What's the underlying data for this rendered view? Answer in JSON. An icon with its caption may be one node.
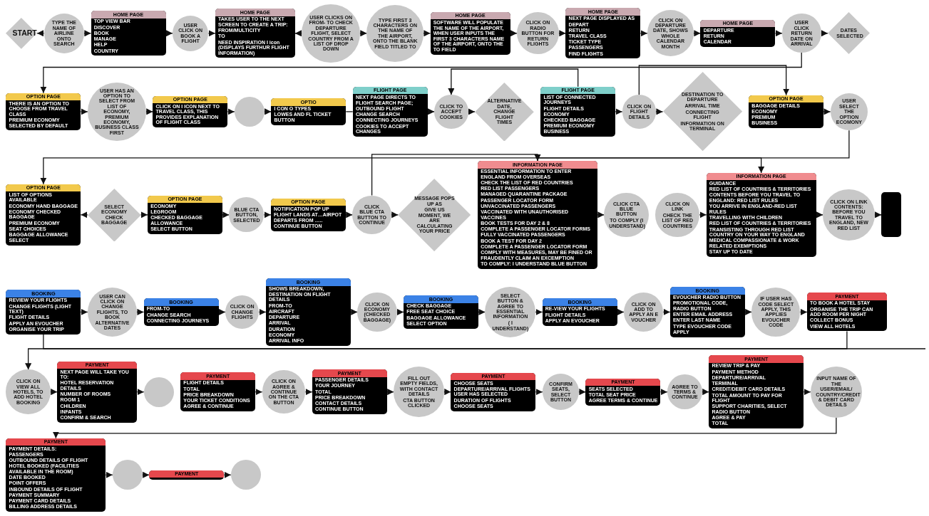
{
  "diagram": {
    "nodes": [
      {
        "text": [
          "START"
        ]
      },
      {
        "text": [
          "TYPE THE NAME OF AIRLINE ONTO SEARCH"
        ]
      },
      {
        "text": [
          "HOME PAGE",
          "TOP VIEW BAR",
          "DISCOVER",
          "BOOK",
          "MANAGE",
          "HELP",
          "COUNTRY"
        ]
      },
      {
        "text": [
          "USER CLICK ON BOOK A FLIGHT"
        ]
      },
      {
        "text": [
          "HOME PAGE",
          "TAKES USER TO THE NEXT SCREEN TO CREATE A TRIP:",
          "FROM/MULTICITY",
          "TO",
          "NEED INSPIRATION I icon (DISPLAYS FURTHUR FLIGHT INFORMATION)"
        ]
      },
      {
        "text": [
          "USER CLICKS ON FROM- TO CHECK DEPARTURE FLIGHT, SELECT COUNTRY FROM A LIST OF DROP DOWN"
        ]
      },
      {
        "text": [
          "TYPE FIRST 3 CHARACTERS ON THE NAME OF THE AIRPORT, ONTO THE BLANK FIELD TITLED TO"
        ]
      },
      {
        "text": [
          "HOME PAGE",
          "SOFTWARE WILL POPULATE THE NAME OF THE AIRPORT, WHEN USER INPUTS THE FIRST 3 CHARACTERS NAME OF THE AIRPORT, ONTO THE TO FIELD"
        ]
      },
      {
        "text": [
          "CLICK ON RADIO BUTTON FOR RETURN FLIGHTS"
        ]
      },
      {
        "text": [
          "HOME PAGE",
          "NEXT PAGE DISPLAYED AS",
          "DEPART",
          "RETURN",
          "TRAVEL CLASS",
          "TICKET TYPE",
          "PASSENGERS",
          "FIND FLIGHTS"
        ]
      },
      {
        "text": [
          "CLICK ON DEPARTURE DATE, SHOWS WHOLE CALENDAR MONTH"
        ]
      },
      {
        "text": [
          "HOME PAGE",
          "DEPARTURE",
          "RETURN",
          "CALENDAR"
        ]
      },
      {
        "text": [
          "USER CLICK RETURN DATE ON ARRIVAL"
        ]
      },
      {
        "text": [
          "DATES SELECTED"
        ]
      },
      {
        "text": [
          "OPTION PAGE",
          "THERE IS AN OPTION TO CHOOSE FROM TRAVEL CLASS",
          "PREMIUM ECONOMY SELECTED BY DEFAULT"
        ]
      },
      {
        "text": [
          "USER HAS AN OPTION TO SELECT FROM LIST OF ECONOMY, PREMIUM ECONOMY, BUSINESS CLASS FIRST"
        ]
      },
      {
        "text": [
          "OPTION PAGE",
          "CLICK ON I ICON NEXT TO TRAVEL CLASS, THIS PROVIDES EXPLANATION OF FLIGHT CLASS"
        ]
      },
      {
        "text": [],
        "shape": "circle"
      },
      {
        "text": [
          "OPTIO",
          "I CON O TYPES",
          "LOWES AND FL TICKET BUTTON"
        ]
      },
      {
        "text": [
          "FLIGHT PAGE",
          "NEXT PAGE DIRECTS TO FLIGHT SEARCH PAGE;",
          "OUTBOUND FLIGHT",
          "CHANGE SEARCH",
          "CONNECTING JOURNEYS",
          "COOKIES TO ACCEPT CHANGES"
        ]
      },
      {
        "text": [
          "CLICK TO ACCEPT COOKIES"
        ]
      },
      {
        "text": [
          "ALTERNATIVE DATE, CHANGE FLIGHT TIMES"
        ]
      },
      {
        "text": [
          "FLIGHT PAGE",
          "LIST OF CONNECTED JOURNEYS",
          "FLIGHT DETAILS",
          "ECONOMY",
          "CHECKED BAGGAGE",
          "PREMIUM ECONOMY",
          "BUSINESS"
        ]
      },
      {
        "text": [
          "CLICK ON FLIGHT DETAILS"
        ]
      },
      {
        "text": [
          "DESTINATION TO DEPARTURE",
          "ARRIVAL TIME",
          "CONNECTING FLIGHT",
          "INFORMATION ON TERMINAL"
        ]
      },
      {
        "text": [
          "OPTION PAGE",
          "BAGGAGE DETAILS",
          "ECONOMY",
          "PREMIUM",
          "BUSINESS"
        ]
      },
      {
        "text": [
          "USER SELECT THE OPTION ECOMONY"
        ]
      },
      {
        "text": [
          "OPTION PAGE",
          "LIST OF OPTIONS AVAILABLE",
          "ECONOMY HAND BAGGAGE",
          "ECONOMY CHECKED BAGGAGE",
          "PREMIUM ECONOMY",
          "SEAT CHOICES",
          "BAGGAGE ALLOWANCE",
          "SELECT"
        ]
      },
      {
        "text": [
          "SELECT ECONOMY CHECK BAGGAGE"
        ]
      },
      {
        "text": [
          "OPTION PAGE",
          "ECONOMY",
          "LEGROOM",
          "CHECKED BAGGAGE ALLOWANCE",
          "SELECT BUTTON"
        ]
      },
      {
        "text": [
          "BLUE CTA BUTTON, SELECTED"
        ]
      },
      {
        "text": [
          "OPTION PAGE",
          "NOTIFICATION POP UP",
          "FLIGHT LANDS AT…AIRPOT",
          "DEPARTS FROM …..",
          "CONTINUE BUTTON"
        ]
      },
      {
        "text": [
          "CLICK BLUE CTA BUTTON TO CONTINUE"
        ]
      },
      {
        "text": [
          "MESSAGE POPS UP AS",
          "GIVE US MOMENT, WE ARE CALCULATING YOUR PRICE"
        ]
      },
      {
        "text": [
          "INFORMATION PAGE",
          "ESSENTIAL INFORMATION TO ENTER ENGLAND FROM OVERSEAS",
          "CHECK THE LIST OF RED COUNTRIES",
          "RED LIST PASSENGERS",
          "MANAGED QUARANTINE PACKAGE",
          "PASSENGER LOCATOR FORM",
          "UNVACCINATED PASSENGERS",
          "VACCINATED WITH UNAUTHORISED VACCINES",
          "BOOK TESTS FOR DAY 2 & 8",
          "COMPLETE A PASSENGER LOCATOR FORMS",
          "FULLY VACCINATED PASSENGERS",
          "BOOK A TEST FOR DAY 2",
          "COMPLETE A PASSENGER LOCATOR FORM",
          "COMPLY WITH MEASURES, MAY BE FINED OR FRAUDENTLY CLAIM AN EXCEMPTION",
          "TO COMPLY: I UNDERSTAND BLUE BUTTON"
        ]
      },
      {
        "text": [
          "CLICK CTA BLUE BUTTON",
          "TO COMPLY (I UNDERSTAND)"
        ]
      },
      {
        "text": [
          "CLICK ON LINK",
          "CHECK THE LIST OF RED COUNTRIES"
        ]
      },
      {
        "text": [
          "INFORMATION PAGE",
          "GUIDANCE",
          "RED LIST OF COUNTRIES & TERRITORIES",
          "CONTENTS BEFORE YOU TRAVEL TO ENGLAND: RED LIST RULES",
          "YOU ARRIVE IN ENGLAND-RED LIST RULES",
          "TRAVELLING WITH CHILDREN",
          "RED LIST OF COUNTRIES & TERRITORIES",
          "TRANSISTING THROUGH RED LIST COUNTRY ON YOUR WAY TO ENGLAND",
          "MEDICAL COMPASSIONATE & WORK RELATED EXEMPTIONS",
          "STAY UP TO DATE"
        ]
      },
      {
        "text": [
          "CLICK ON LINK CONTENTS: BEFORE YOU TRAVEL TO ENGLAND, NEW RED LIST"
        ]
      },
      {
        "text": [],
        "shape": "box"
      },
      {
        "text": [
          "BOOKING",
          "REVIEW YOUR FLIGHTS",
          "CHANGE FLIGHTS (LIGHT TEXT)",
          "FLIGHT DETAILS",
          "APPLY AN EVOUCHER",
          "ORGANISE YOUR TRIP"
        ]
      },
      {
        "text": [
          "USER CAN CLICK ON CHANGE FLIGHTS, TO BOOK ALTERNATIVE DATES"
        ]
      },
      {
        "text": [
          "BOOKING",
          "FROM-TO",
          "CHANGE SEARCH",
          "CONNECTING JOURNEYS"
        ]
      },
      {
        "text": [
          "CLICK ON CHANGE FLIGHTS"
        ]
      },
      {
        "text": [
          "BOOKING",
          "SHOWS BREAKDOWN, DESTINATION ON FLIGHT DETAILS",
          "FROM-TO",
          "AIRCRAFT",
          "DEPARTURE",
          "ARRIVAL",
          "DURATION",
          "ECONOMY",
          "ARRIVAL INFO"
        ]
      },
      {
        "text": [
          "CLICK ON ECONOMY (CHECKED BAGGAGE)"
        ]
      },
      {
        "text": [
          "BOOKING",
          "CHECK BAGGAGE",
          "FREE SEAT CHOICE",
          "BAGGAGE ALLOWANCE",
          "SELECT OPTION"
        ]
      },
      {
        "text": [
          "SELECT BUTTON & AGREE TO ESSENTIAL INFORMATION",
          "( I UNDERSTAND)"
        ]
      },
      {
        "text": [
          "BOOKING",
          "RE-VIEW YOUR FLIGHTS",
          "FLIGHT DETAILS",
          "APPLY AN EVOUCHER"
        ]
      },
      {
        "text": [
          "CLICK ON ADD TO APPLY AN E VOUCHER"
        ]
      },
      {
        "text": [
          "BOOKING",
          "EVOUCHER RADIO BUTTON",
          "PROMOTIONAL CODE, RADIO BUTTON",
          "ENTER EMAIL ADDRESS",
          "ENTER LAST NAME",
          "TYPE EVOUCHER CODE",
          "APPLY"
        ]
      },
      {
        "text": [
          "IF USER HAS CODE SELECT APPLY, THIS APPLIES EVOUCHER CODE"
        ]
      },
      {
        "text": [
          "PAYMENT",
          "TO BOOK A HOTEL STAY",
          "ORGANISE THE TRIP CAN ADD ROOM PER NIGHT",
          "COLLECT BONUS",
          "VIEW ALL HOTELS"
        ]
      },
      {
        "text": [
          "CLICK ON VIEW ALL HOTELS, TO ADD HOTEL BOOKING"
        ]
      },
      {
        "text": [
          "PAYMENT",
          "NEXT PAGE WILL TAKE YOU TO:",
          "HOTEL RESERVATION DETAILS",
          "NUMBER OF ROOMS",
          "ROOM 1",
          "CHILDREN",
          "INFANTS",
          "CONFIRM & SEARCH"
        ]
      },
      {
        "text": [],
        "shape": "circle"
      },
      {
        "text": [
          "PAYMENT",
          "FLIGHT DETAILS",
          "TOTAL",
          "PRICE BREAKDOWN",
          "YOUR TICKET CONDITIONS",
          "AGREE & CONTINUE"
        ]
      },
      {
        "text": [
          "CLICK ON AGREE & CONTINUE ON THE CTA BUTTON"
        ]
      },
      {
        "text": [
          "PAYMENT",
          "PASSENGER DETAILS",
          "YOUR JOURNEY",
          "TOTAL",
          "PRICE BREAKDOWN",
          "CONTACT DETAILS",
          "CONTINUE BUTTON"
        ]
      },
      {
        "text": [
          "FILL OUT EMPTY FIELDS, WITH CONTACT DETAILS",
          "CTA BUTTON CLICKED"
        ]
      },
      {
        "text": [
          "PAYMENT",
          "CHOOSE SEATS",
          "DEPARTURE/ARRIVAL FLIGHTS USER HAS SELECTED",
          "DURATION OF FLIGHTS",
          "CHOOSE SEATS"
        ]
      },
      {
        "text": [
          "CONFIRM SEATS, SELECT BUTTON"
        ]
      },
      {
        "text": [
          "PAYMENT",
          "SEATS SELECTED",
          "TOTAL SEAT PRICE",
          "AGREE TERMS & CONTINUE"
        ]
      },
      {
        "text": [
          "AGREE TO TERMS & CONTINUE"
        ]
      },
      {
        "text": [
          "PAYMENT",
          "REVIEW TRIP & PAY",
          "PAYMENT METHOD",
          "DEPARTURE/ARRIVAL",
          "TERMINAL",
          "CREDIT/DEBIT CARD DETAILS",
          "TOTAL AMOUNT TO PAY FOR FLIGHT",
          "SUPPORT CHARITIES, SELECT RADIO BUTTON",
          "AGREE & PAY",
          "TOTAL"
        ]
      },
      {
        "text": [
          "INPUT NAME OF THE USER/EMAIL/ COUNTRY/CREDIT & DEBIT CARD DETAILS"
        ]
      },
      {
        "text": [
          "PAYMENT",
          "PAYMENT DETAILS:",
          "PASSENGERS",
          "OUTBOUND DETAILS OF FLIGHT",
          "HOTEL BOOKED (FACILITIES AVAILABLE IN THE ROOM)",
          "DATE BOOKED",
          "POINT OFFERS",
          "INBOUND DETAILS OF FLIGHT",
          "PAYMENT SUMMARY",
          "PAYMENT CARD DETAILS",
          "BILLING ADDRESS DETAILS"
        ]
      },
      {
        "text": [],
        "shape": "circle"
      },
      {
        "text": [
          "PAYMENT"
        ]
      },
      {
        "text": [],
        "shape": "circle"
      }
    ],
    "edges": [
      {
        "from": 1,
        "to": 0,
        "arrow": "to"
      },
      {
        "from": 1,
        "to": 2,
        "arrow": "to"
      },
      {
        "from": 2,
        "to": 3,
        "arrow": "to"
      },
      {
        "from": 3,
        "to": 4,
        "arrow": "to"
      },
      {
        "from": 5,
        "to": 4,
        "arrow": "to"
      },
      {
        "from": 5,
        "to": 6,
        "arrow": "to"
      },
      {
        "from": 6,
        "to": 7,
        "arrow": "to"
      },
      {
        "from": 7,
        "to": 8,
        "arrow": "to"
      },
      {
        "from": 8,
        "to": 9,
        "arrow": "to"
      },
      {
        "from": 9,
        "to": 10,
        "arrow": "to"
      },
      {
        "from": 10,
        "to": 11,
        "arrow": "to"
      },
      {
        "from": 11,
        "to": 12,
        "arrow": "to"
      },
      {
        "from": 12,
        "to": 13,
        "arrow": "to"
      },
      {
        "from": 12,
        "to": 14,
        "arrow": "to"
      },
      {
        "from": 14,
        "to": 15,
        "arrow": "to"
      },
      {
        "from": 15,
        "to": 16,
        "arrow": "to"
      },
      {
        "from": 16,
        "to": 17,
        "arrow": "to"
      },
      {
        "from": 17,
        "to": 18,
        "arrow": "to"
      },
      {
        "from": 18,
        "to": 19,
        "arrow": "none"
      },
      {
        "from": 19,
        "to": 20,
        "arrow": "to"
      },
      {
        "from": 22,
        "to": 20,
        "arrow": "to"
      },
      {
        "from": 20,
        "to": 21,
        "arrow": "to"
      },
      {
        "from": 22,
        "to": 23,
        "arrow": "to"
      },
      {
        "from": 23,
        "to": 24,
        "arrow": "to"
      },
      {
        "from": 23,
        "to": 25,
        "arrow": "to"
      },
      {
        "from": 25,
        "to": 26,
        "arrow": "to"
      },
      {
        "from": 26,
        "to": 27,
        "arrow": "to"
      },
      {
        "from": 28,
        "to": 27,
        "arrow": "to"
      },
      {
        "from": 28,
        "to": 29,
        "arrow": "to"
      },
      {
        "from": 29,
        "to": 30,
        "arrow": "to"
      },
      {
        "from": 30,
        "to": 31,
        "arrow": "to"
      },
      {
        "from": 31,
        "to": 32,
        "arrow": "to"
      },
      {
        "from": 32,
        "to": 33,
        "arrow": "to"
      },
      {
        "from": 32,
        "to": 34,
        "arrow": "to"
      },
      {
        "from": 34,
        "to": 35,
        "arrow": "to"
      },
      {
        "from": 34,
        "to": 37,
        "arrow": "to"
      },
      {
        "from": 36,
        "to": 37,
        "arrow": "to"
      },
      {
        "from": 37,
        "to": 38,
        "arrow": "to"
      },
      {
        "from": 38,
        "to": 39,
        "arrow": "to"
      },
      {
        "from": 40,
        "to": 41,
        "arrow": "to"
      },
      {
        "from": 41,
        "to": 42,
        "arrow": "to"
      },
      {
        "from": 42,
        "to": 43,
        "arrow": "to"
      },
      {
        "from": 43,
        "to": 44,
        "arrow": "to"
      },
      {
        "from": 44,
        "to": 45,
        "arrow": "to"
      },
      {
        "from": 45,
        "to": 46,
        "arrow": "to"
      },
      {
        "from": 46,
        "to": 47,
        "arrow": "to"
      },
      {
        "from": 47,
        "to": 48,
        "arrow": "to"
      },
      {
        "from": 48,
        "to": 49,
        "arrow": "to"
      },
      {
        "from": 49,
        "to": 50,
        "arrow": "to"
      },
      {
        "from": 50,
        "to": 51,
        "arrow": "to"
      },
      {
        "from": 51,
        "to": 52,
        "arrow": "to"
      },
      {
        "from": 52,
        "to": 53,
        "arrow": "to"
      },
      {
        "from": 53,
        "to": 54,
        "arrow": "to"
      },
      {
        "from": 54,
        "to": 55,
        "arrow": "to"
      },
      {
        "from": 40,
        "to": null,
        "arrow": "none"
      },
      {
        "from": 56,
        "to": 57,
        "arrow": "to"
      },
      {
        "from": 57,
        "to": 58,
        "arrow": "to"
      },
      {
        "from": 58,
        "to": 59,
        "arrow": "to"
      },
      {
        "from": 59,
        "to": 60,
        "arrow": "to"
      },
      {
        "from": 60,
        "to": 61,
        "arrow": "to"
      },
      {
        "from": 61,
        "to": 62,
        "arrow": "to"
      },
      {
        "from": 62,
        "to": 63,
        "arrow": "to"
      },
      {
        "from": 63,
        "to": 64,
        "arrow": "to"
      },
      {
        "from": 64,
        "to": 65,
        "arrow": "to"
      },
      {
        "from": 65,
        "to": 66,
        "arrow": "to"
      },
      {
        "from": 66,
        "to": 67,
        "arrow": "to"
      },
      {
        "from": 67,
        "to": 68,
        "arrow": "to"
      },
      {
        "from": 68,
        "to": 69,
        "arrow": "to"
      }
    ]
  }
}
